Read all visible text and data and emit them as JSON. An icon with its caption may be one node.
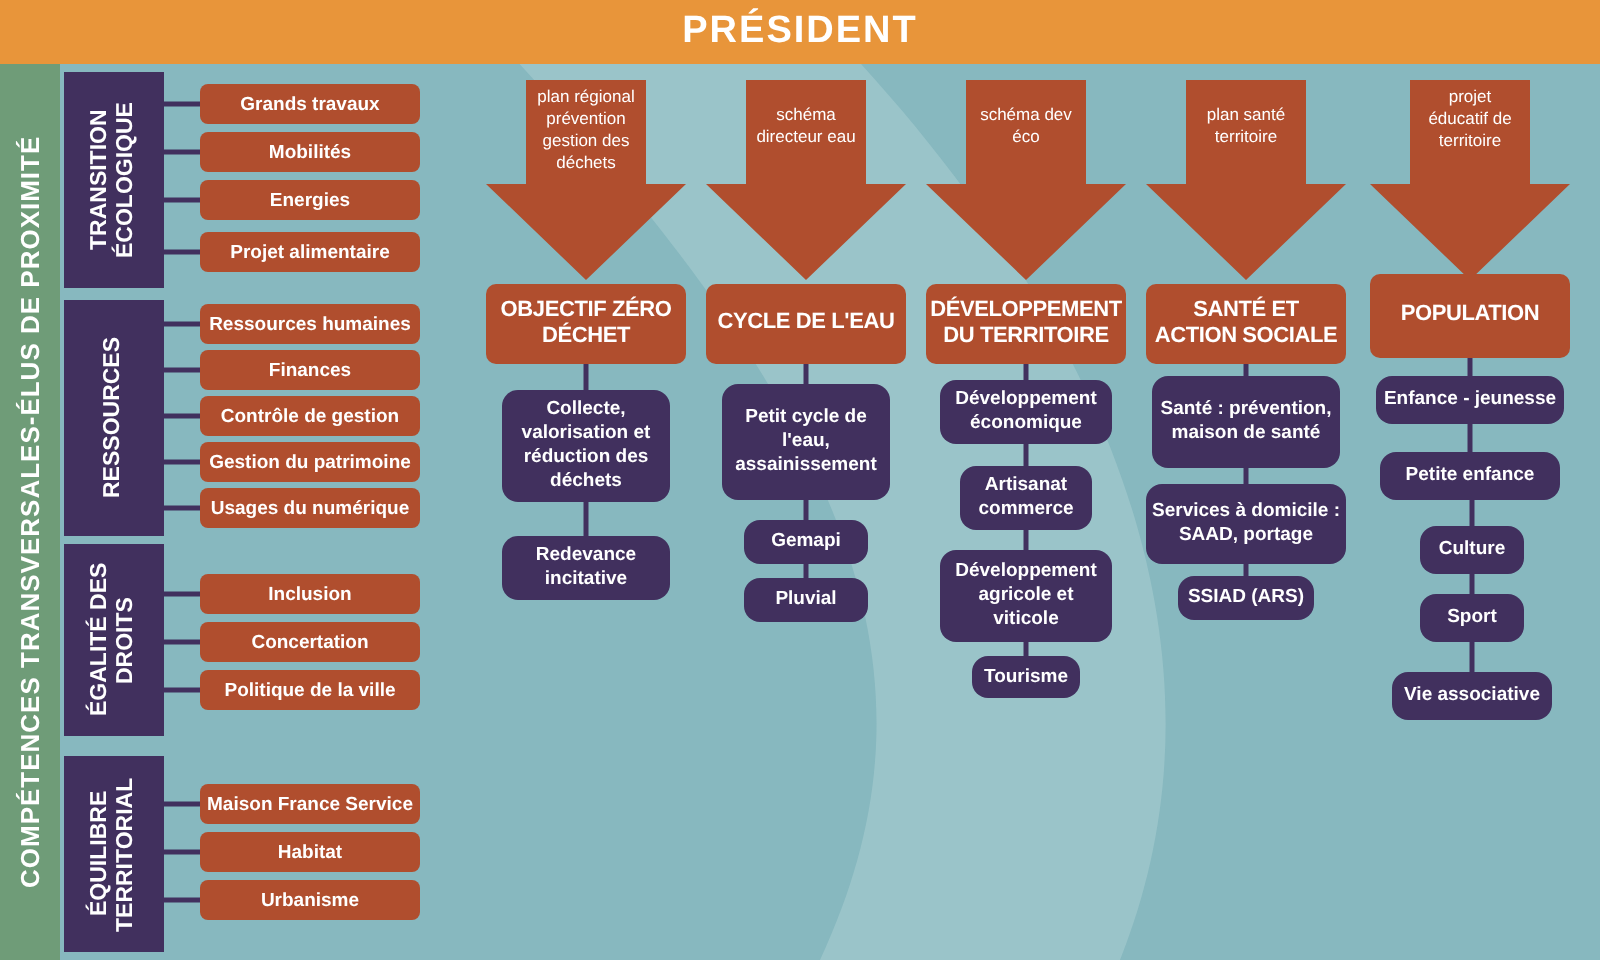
{
  "diagram": {
    "nodes": [
      {
        "text": [
          "PRÉSIDENT"
        ]
      },
      {
        "text": [
          "COMPÉTENCES TRANSVERSALES-ÉLUS DE PROXIMITÉ"
        ]
      },
      {
        "text": [
          "TRANSITION ÉCOLOGIQUE"
        ]
      },
      {
        "text": [
          "Grands travaux"
        ]
      },
      {
        "text": [
          "Mobilités"
        ]
      },
      {
        "text": [
          "Energies"
        ]
      },
      {
        "text": [
          "Projet alimentaire"
        ]
      },
      {
        "text": [
          "RESSOURCES"
        ]
      },
      {
        "text": [
          "Ressources humaines"
        ]
      },
      {
        "text": [
          "Finances"
        ]
      },
      {
        "text": [
          "Contrôle de gestion"
        ]
      },
      {
        "text": [
          "Gestion du patrimoine"
        ]
      },
      {
        "text": [
          "Usages du numérique"
        ]
      },
      {
        "text": [
          "ÉGALITÉ DES DROITS"
        ]
      },
      {
        "text": [
          "Inclusion"
        ]
      },
      {
        "text": [
          "Concertation"
        ]
      },
      {
        "text": [
          "Politique de la ville"
        ]
      },
      {
        "text": [
          "ÉQUILIBRE TERRITORIAL"
        ]
      },
      {
        "text": [
          "Maison France Service"
        ]
      },
      {
        "text": [
          "Habitat"
        ]
      },
      {
        "text": [
          "Urbanisme"
        ]
      },
      {
        "text": [
          "plan régional prévention gestion des déchets"
        ]
      },
      {
        "text": [
          "OBJECTIF ZÉRO DÉCHET"
        ]
      },
      {
        "text": [
          "Collecte, valorisation et réduction des déchets"
        ]
      },
      {
        "text": [
          "Redevance incitative"
        ]
      },
      {
        "text": [
          "schéma directeur eau"
        ]
      },
      {
        "text": [
          "CYCLE DE L'EAU"
        ]
      },
      {
        "text": [
          "Petit cycle de l'eau, assainissement"
        ]
      },
      {
        "text": [
          "Gemapi"
        ]
      },
      {
        "text": [
          "Pluvial"
        ]
      },
      {
        "text": [
          "schéma dev éco"
        ]
      },
      {
        "text": [
          "DÉVELOPPEMENT DU TERRITOIRE"
        ]
      },
      {
        "text": [
          "Développement économique"
        ]
      },
      {
        "text": [
          "Artisanat commerce"
        ]
      },
      {
        "text": [
          "Développement agricole et viticole"
        ]
      },
      {
        "text": [
          "Tourisme"
        ]
      },
      {
        "text": [
          "plan santé territoire"
        ]
      },
      {
        "text": [
          "SANTÉ ET ACTION SOCIALE"
        ]
      },
      {
        "text": [
          "Santé : prévention, maison de santé"
        ]
      },
      {
        "text": [
          "Services à domicile : SAAD, portage"
        ]
      },
      {
        "text": [
          "SSIAD (ARS)"
        ]
      },
      {
        "text": [
          "projet éducatif de territoire"
        ]
      },
      {
        "text": [
          "POPULATION"
        ]
      },
      {
        "text": [
          "Enfance - jeunesse"
        ]
      },
      {
        "text": [
          "Petite enfance"
        ]
      },
      {
        "text": [
          "Culture"
        ]
      },
      {
        "text": [
          "Sport"
        ]
      },
      {
        "text": [
          "Vie associative"
        ]
      }
    ],
    "edges": [
      {
        "from": 2,
        "to": 3,
        "arrow": "none"
      },
      {
        "from": 2,
        "to": 4,
        "arrow": "none"
      },
      {
        "from": 2,
        "to": 5,
        "arrow": "none"
      },
      {
        "from": 2,
        "to": 6,
        "arrow": "none"
      },
      {
        "from": 7,
        "to": 8,
        "arrow": "none"
      },
      {
        "from": 7,
        "to": 9,
        "arrow": "none"
      },
      {
        "from": 7,
        "to": 10,
        "arrow": "none"
      },
      {
        "from": 7,
        "to": 11,
        "arrow": "none"
      },
      {
        "from": 7,
        "to": 12,
        "arrow": "none"
      },
      {
        "from": 13,
        "to": 14,
        "arrow": "none"
      },
      {
        "from": 13,
        "to": 15,
        "arrow": "none"
      },
      {
        "from": 13,
        "to": 16,
        "arrow": "none"
      },
      {
        "from": 17,
        "to": 18,
        "arrow": "none"
      },
      {
        "from": 17,
        "to": 19,
        "arrow": "none"
      },
      {
        "from": 17,
        "to": 20,
        "arrow": "none"
      },
      {
        "from": 22,
        "to": 23,
        "arrow": "none"
      },
      {
        "from": 23,
        "to": 24,
        "arrow": "none"
      },
      {
        "from": 26,
        "to": 27,
        "arrow": "none"
      },
      {
        "from": 27,
        "to": 28,
        "arrow": "none"
      },
      {
        "from": 28,
        "to": 29,
        "arrow": "none"
      },
      {
        "from": 31,
        "to": 32,
        "arrow": "none"
      },
      {
        "from": 32,
        "to": 33,
        "arrow": "none"
      },
      {
        "from": 33,
        "to": 34,
        "arrow": "none"
      },
      {
        "from": 34,
        "to": 35,
        "arrow": "none"
      },
      {
        "from": 37,
        "to": 38,
        "arrow": "none"
      },
      {
        "from": 38,
        "to": 39,
        "arrow": "none"
      },
      {
        "from": 39,
        "to": 40,
        "arrow": "none"
      },
      {
        "from": 42,
        "to": 43,
        "arrow": "none"
      },
      {
        "from": 43,
        "to": 44,
        "arrow": "none"
      },
      {
        "from": 44,
        "to": 45,
        "arrow": "none"
      },
      {
        "from": 45,
        "to": 46,
        "arrow": "none"
      },
      {
        "from": 46,
        "to": 47,
        "arrow": "none"
      }
    ]
  }
}
